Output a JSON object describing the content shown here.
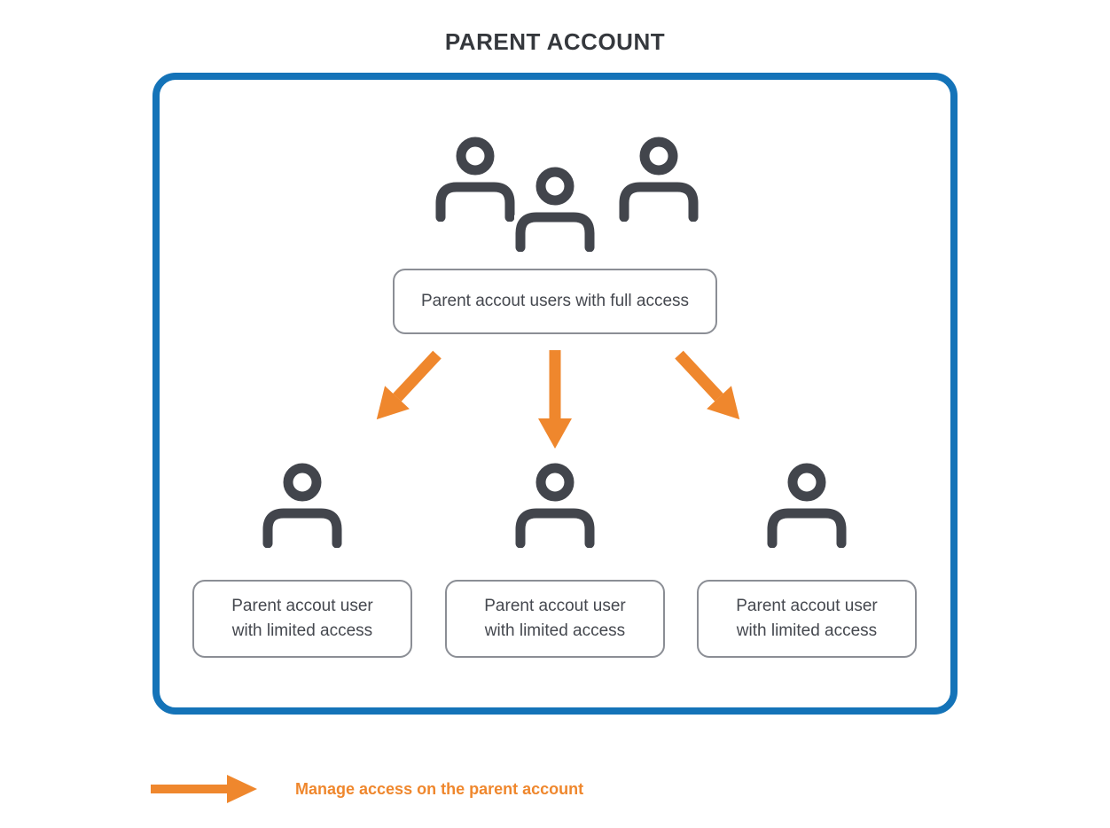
{
  "title": "PARENT ACCOUNT",
  "colors": {
    "border_blue": "#1473b8",
    "arrow_orange": "#ef872d",
    "icon_dark": "#42454c",
    "box_border_gray": "#8b8e95",
    "text_dark": "#45484f",
    "title_dark": "#35383d"
  },
  "diagram": {
    "root": {
      "icon": "users-group-icon",
      "label": "Parent accout users with full access"
    },
    "arrows": [
      {
        "icon": "arrow-down-left-icon",
        "direction": "down-left"
      },
      {
        "icon": "arrow-down-icon",
        "direction": "down"
      },
      {
        "icon": "arrow-down-right-icon",
        "direction": "down-right"
      }
    ],
    "children": [
      {
        "icon": "user-icon",
        "label": "Parent accout user\nwith limited access"
      },
      {
        "icon": "user-icon",
        "label": "Parent accout user\nwith limited access"
      },
      {
        "icon": "user-icon",
        "label": "Parent accout user\nwith limited access"
      }
    ]
  },
  "legend": {
    "icon": "right-arrow-icon",
    "label": "Manage access on the parent account"
  }
}
